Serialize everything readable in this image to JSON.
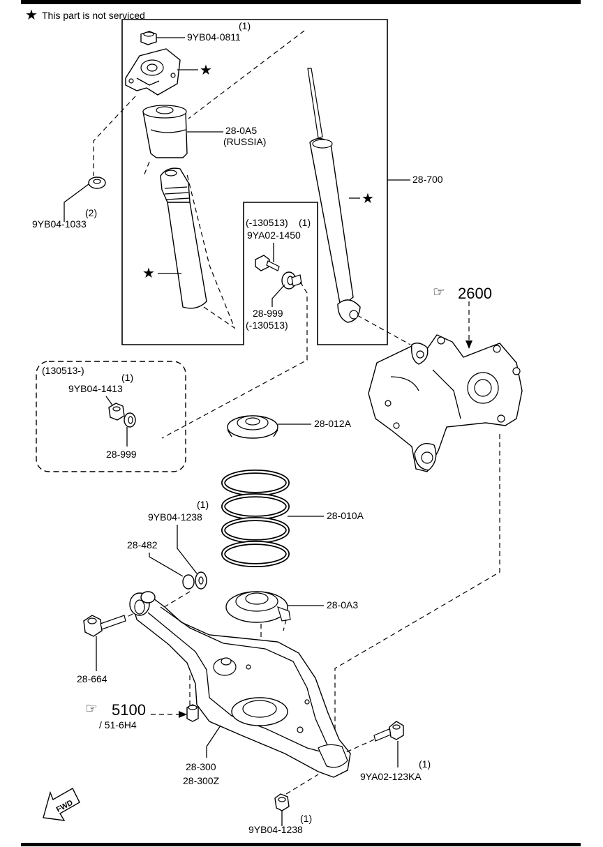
{
  "legend": {
    "star": "★",
    "note": "This part is not serviced"
  },
  "callouts": {
    "c1": {
      "qty": "(1)",
      "part": "9YB04-0811"
    },
    "c2": {
      "part": "28-0A5",
      "note": "(RUSSIA)"
    },
    "c3": {
      "part": "28-700"
    },
    "c4": {
      "qty": "(2)",
      "part": "9YB04-1033"
    },
    "c5": {
      "cond": "(-130513)",
      "qty": "(1)",
      "part": "9YA02-1450"
    },
    "c6": {
      "part": "28-999",
      "cond": "(-130513)"
    },
    "c7": {
      "ref": "2600"
    },
    "c8": {
      "cond": "(130513-)",
      "qty": "(1)",
      "part": "9YB04-1413"
    },
    "c9": {
      "part": "28-999"
    },
    "c10": {
      "part": "28-012A"
    },
    "c11": {
      "qty": "(1)",
      "part": "9YB04-1238"
    },
    "c12": {
      "part": "28-010A"
    },
    "c13": {
      "part": "28-482"
    },
    "c14": {
      "part": "28-0A3"
    },
    "c15": {
      "part": "28-664"
    },
    "c16": {
      "ref": "5100",
      "sub": "/ 51-6H4"
    },
    "c17": {
      "part": "28-300",
      "part2": "28-300Z"
    },
    "c18": {
      "qty": "(1)",
      "part": "9YA02-123KA"
    },
    "c19": {
      "qty": "(1)",
      "part": "9YB04-1238"
    }
  },
  "fwd": "FWD"
}
